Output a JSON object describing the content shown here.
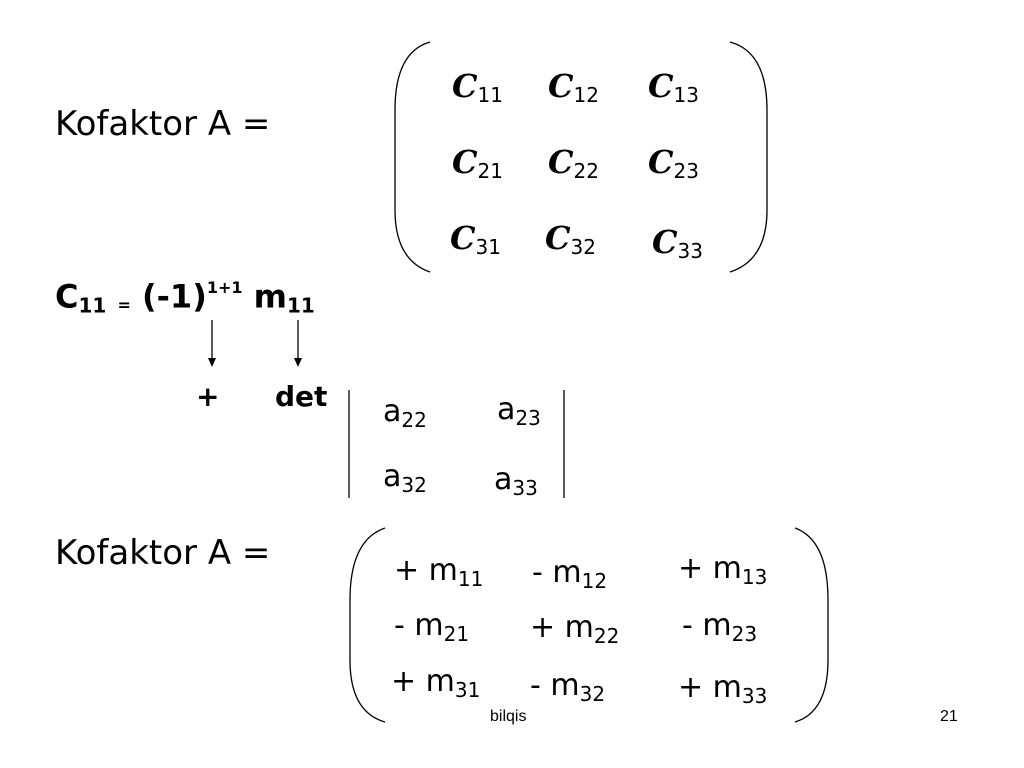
{
  "kofaktor_label": "Kofaktor A =",
  "matrix_c": [
    [
      {
        "base": "C",
        "sub": "11"
      },
      {
        "base": "C",
        "sub": "12"
      },
      {
        "base": "C",
        "sub": "13"
      }
    ],
    [
      {
        "base": "C",
        "sub": "21"
      },
      {
        "base": "C",
        "sub": "22"
      },
      {
        "base": "C",
        "sub": "23"
      }
    ],
    [
      {
        "base": "C",
        "sub": "31"
      },
      {
        "base": "C",
        "sub": "32"
      },
      {
        "base": "C",
        "sub": "33"
      }
    ]
  ],
  "formula": {
    "lhs": "C",
    "lhs_sub": "11",
    "eq": "=",
    "sign_base": "(-1)",
    "sign_exp": "1+1",
    "minor": "m",
    "minor_sub": "11"
  },
  "plus_label": "+",
  "det_label": "det",
  "det_matrix": [
    [
      {
        "base": "a",
        "sub": "22"
      },
      {
        "base": "a",
        "sub": "23"
      }
    ],
    [
      {
        "base": "a",
        "sub": "32"
      },
      {
        "base": "a",
        "sub": "33"
      }
    ]
  ],
  "kofaktor_label_2": "Kofaktor A =",
  "matrix_m": [
    [
      {
        "base": "+ m",
        "sub": "11"
      },
      {
        "base": "- m",
        "sub": "12"
      },
      {
        "base": "+ m",
        "sub": "13"
      }
    ],
    [
      {
        "base": "- m",
        "sub": "21"
      },
      {
        "base": "+ m",
        "sub": "22"
      },
      {
        "base": "- m",
        "sub": "23"
      }
    ],
    [
      {
        "base": "+ m",
        "sub": "31"
      },
      {
        "base": "- m",
        "sub": "32"
      },
      {
        "base": "+ m",
        "sub": "33"
      }
    ]
  ],
  "footer": {
    "author": "bilqis",
    "page_number": "21"
  }
}
